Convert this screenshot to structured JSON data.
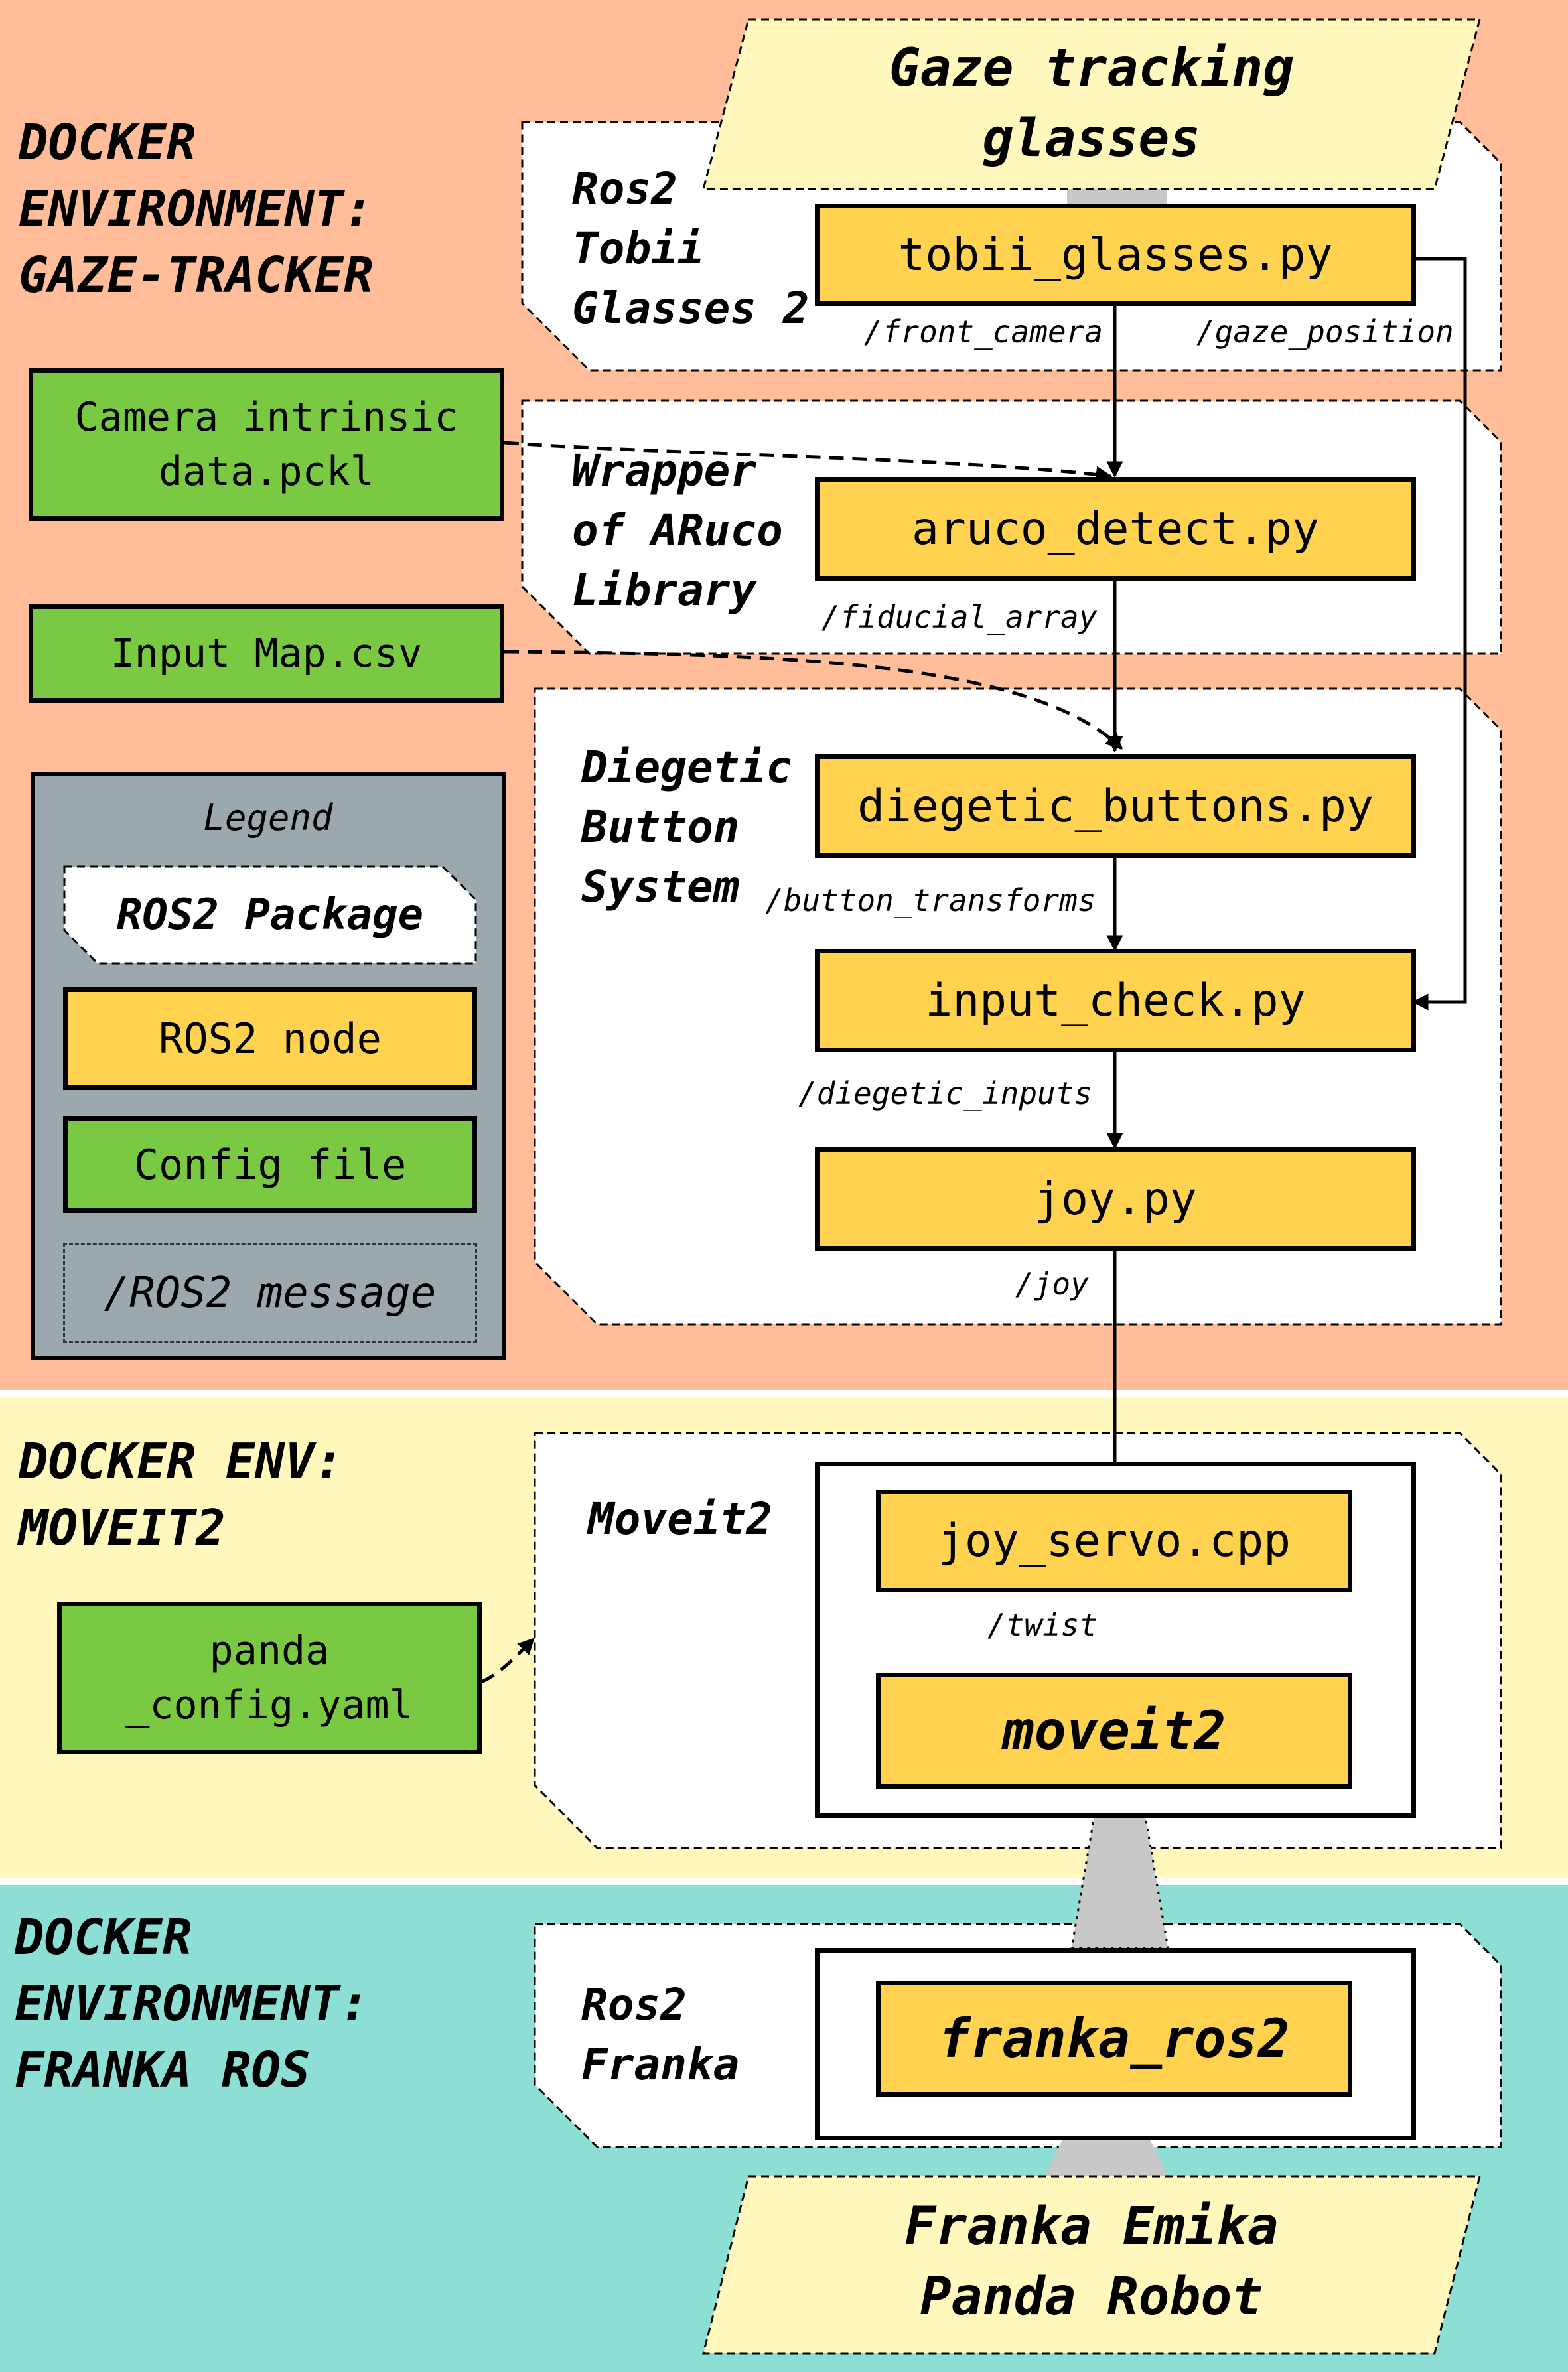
{
  "environments": {
    "gaze_tracker": "DOCKER\nENVIRONMENT:\nGAZE-TRACKER",
    "moveit2": "DOCKER ENV:\nMOVEIT2",
    "franka_ros": "DOCKER\nENVIRONMENT:\nFRANKA ROS"
  },
  "packages": {
    "tobii": "Ros2\nTobii\nGlasses 2",
    "aruco": "Wrapper\nof ARuco\nLibrary",
    "diegetic": "Diegetic\nButton\nSystem",
    "moveit2": "Moveit2",
    "franka": "Ros2\nFranka"
  },
  "nodes": {
    "tobii_glasses": "tobii_glasses.py",
    "aruco_detect": "aruco_detect.py",
    "diegetic_buttons": "diegetic_buttons.py",
    "input_check": "input_check.py",
    "joy": "joy.py",
    "joy_servo": "joy_servo.cpp",
    "moveit2": "moveit2",
    "franka_ros2": "franka_ros2"
  },
  "config_files": {
    "camera_intrinsic": "Camera intrinsic\ndata.pckl",
    "input_map": "Input Map.csv",
    "panda_config": "panda\n_config.yaml"
  },
  "topics": {
    "front_camera": "/front_camera",
    "gaze_position": "/gaze_position",
    "fiducial_array": "/fiducial_array",
    "button_transforms": "/button_transforms",
    "diegetic_inputs": "/diegetic_inputs",
    "joy": "/joy",
    "twist": "/twist"
  },
  "hardware": {
    "glasses": "Gaze tracking\nglasses",
    "robot": "Franka Emika\nPanda Robot"
  },
  "legend": {
    "title": "Legend",
    "package": "ROS2 Package",
    "node": "ROS2 node",
    "config": "Config file",
    "message": "/ROS2 message"
  },
  "colors": {
    "gaze_zone": "#ffbe99",
    "moveit_zone": "#fff7bb",
    "franka_zone": "#8ddfd6",
    "node": "#ffd24f",
    "config": "#7ac943",
    "hardware": "#fff7bb",
    "legend": "#9ba9ae"
  }
}
